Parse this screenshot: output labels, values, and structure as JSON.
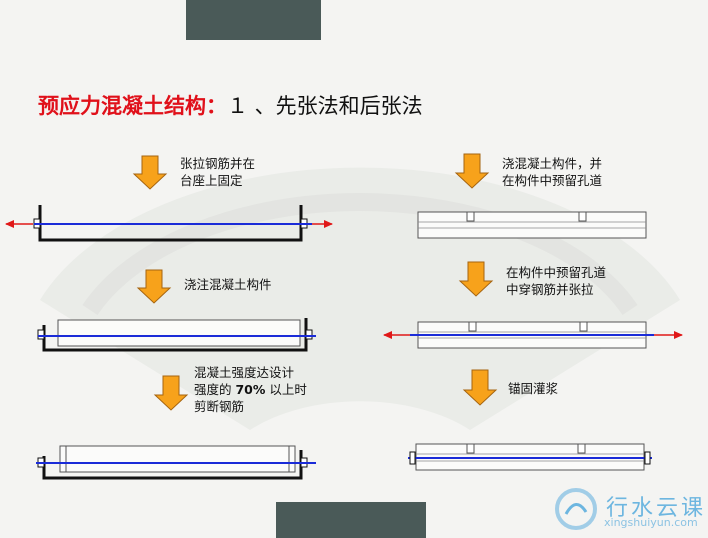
{
  "title": {
    "red": "预应力混凝土结构：",
    "black": "１ 、先张法和后张法"
  },
  "left": {
    "step1": [
      "张拉钢筋并在",
      "台座上固定"
    ],
    "step2": "浇注混凝土构件",
    "step3_line1": "混凝土强度达设计",
    "step3_line2_pre": "强度的 ",
    "step3_line2_bold": "70%",
    "step3_line2_post": " 以上时",
    "step3_line3": "剪断钢筋"
  },
  "right": {
    "step1": [
      "浇混凝土构件，并",
      "在构件中预留孔道"
    ],
    "step2": [
      "在构件中预留孔道",
      "中穿钢筋并张拉"
    ],
    "step3": "锚固灌浆"
  },
  "logo": {
    "name": "行水云课",
    "url": "xingshuiyun.com"
  },
  "colors": {
    "title_red": "#e0101a",
    "arrow_orange": "#f7a21b",
    "tendon_blue": "#1a2bd8",
    "tension_red": "#e01818"
  }
}
